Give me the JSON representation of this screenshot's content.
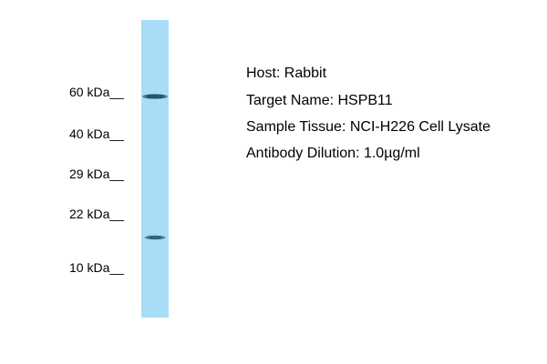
{
  "markers": [
    {
      "label": "60 kDa__",
      "kda": 60
    },
    {
      "label": "40 kDa__",
      "kda": 40
    },
    {
      "label": "29 kDa__",
      "kda": 29
    },
    {
      "label": "22 kDa__",
      "kda": 22
    },
    {
      "label": "10 kDa__",
      "kda": 10
    }
  ],
  "info": {
    "host": "Host: Rabbit",
    "target": "Target Name: HSPB11",
    "tissue": "Sample Tissue: NCI-H226 Cell Lysate",
    "dilution": "Antibody Dilution: 1.0µg/ml"
  },
  "colors": {
    "lane": "#a9dcf6",
    "band": "#1f4e63"
  }
}
